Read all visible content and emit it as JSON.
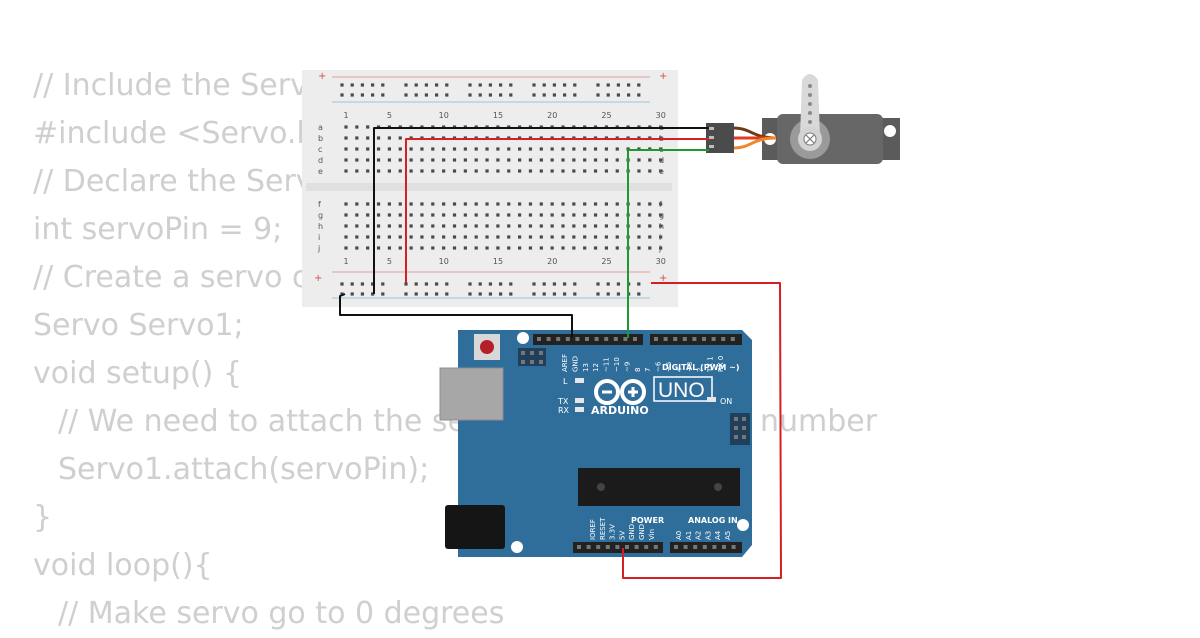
{
  "code_lines": [
    {
      "text": "// Include the Servo library",
      "indent": false
    },
    {
      "text": "#include <Servo.h>",
      "indent": false
    },
    {
      "text": "// Declare the Servo pin",
      "indent": false
    },
    {
      "text": "int servoPin = 9;",
      "indent": false
    },
    {
      "text": "// Create a servo object",
      "indent": false
    },
    {
      "text": "Servo Servo1;",
      "indent": false
    },
    {
      "text": "void setup() {",
      "indent": false
    },
    {
      "text": "// We need to attach the servo to the used pin number",
      "indent": true
    },
    {
      "text": "Servo1.attach(servoPin);",
      "indent": true
    },
    {
      "text": "}",
      "indent": false
    },
    {
      "text": "void loop(){",
      "indent": false
    },
    {
      "text": "// Make servo go to 0 degrees",
      "indent": true
    }
  ],
  "breadboard": {
    "row_letters_top": [
      "a",
      "b",
      "c",
      "d",
      "e"
    ],
    "row_letters_bottom": [
      "f",
      "g",
      "h",
      "i",
      "j"
    ],
    "column_numbers": [
      "1",
      "5",
      "10",
      "15",
      "20",
      "25",
      "30"
    ],
    "rail_sign": "+"
  },
  "arduino": {
    "brand": "ARDUINO",
    "model": "UNO",
    "digital_label": "DIGITAL (PWM ~)",
    "power_label": "POWER",
    "analog_label": "ANALOG IN",
    "on_label": "ON",
    "l_label": "L",
    "tx_label": "TX",
    "rx_label": "RX",
    "digital_pins": [
      "AREF",
      "GND",
      "13",
      "12",
      "~11",
      "~10",
      "~9",
      "8",
      "7",
      "~6",
      "~5",
      "4",
      "~3",
      "2",
      "TX 1",
      "RX 0"
    ],
    "power_pins": [
      "IOREF",
      "RESET",
      "3.3V",
      "5V",
      "GND",
      "GND",
      "Vin"
    ],
    "analog_pins": [
      "A0",
      "A1",
      "A2",
      "A3",
      "A4",
      "A5"
    ]
  },
  "colors": {
    "code_text": "#cfcfcf",
    "board_blue": "#2f6d9b",
    "wire_black": "#111111",
    "wire_red": "#d42020",
    "wire_green": "#1d9a2c",
    "servo_body": "#5e5e5e",
    "breadboard": "#eeeeee"
  }
}
